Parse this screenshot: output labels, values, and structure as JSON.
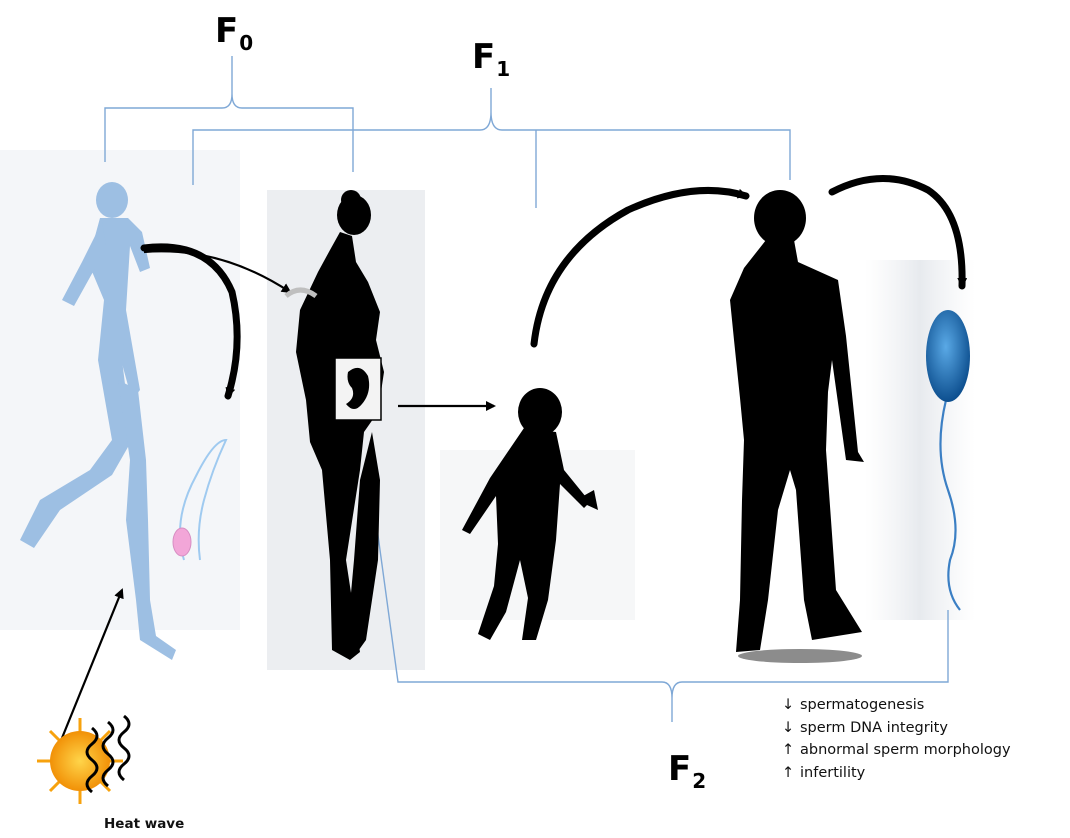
{
  "labels": {
    "f0": {
      "base": "F",
      "sub": "0"
    },
    "f1": {
      "base": "F",
      "sub": "1"
    },
    "f2": {
      "base": "F",
      "sub": "2"
    },
    "heat_wave": "Heat wave"
  },
  "effects": [
    {
      "arrow": "↓",
      "text": "spermatogenesis"
    },
    {
      "arrow": "↓",
      "text": "sperm DNA integrity"
    },
    {
      "arrow": "↑",
      "text": "abnormal sperm morphology"
    },
    {
      "arrow": "↑",
      "text": "infertility"
    }
  ],
  "colors": {
    "bracket": "#7fa8d6",
    "runner": "#9dbfe3",
    "silhouette": "#000000",
    "sun": "#f7a20d",
    "sperm_head_f0": "#f2a6d8",
    "sperm_head_f2": "#1f6fb3"
  },
  "icons": [
    "runner-figure",
    "pregnant-woman-figure",
    "child-figure",
    "man-figure",
    "sun-icon",
    "sperm-icon"
  ]
}
